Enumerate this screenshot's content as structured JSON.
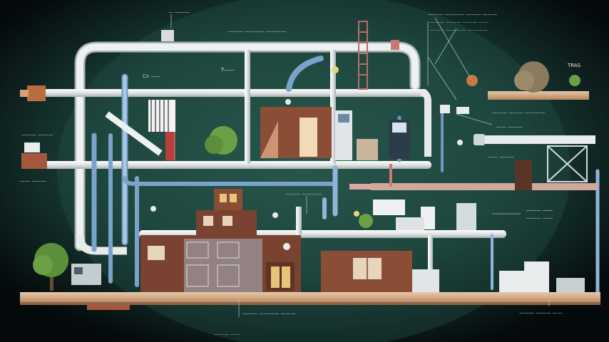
{
  "diagram": {
    "subject": "building plumbing and piping cross-section",
    "colors": {
      "background_center": "#1f4a40",
      "background_edge": "#050a0c",
      "pipe_white": "#e9ecec",
      "pipe_blue": "#8fb6d9",
      "pipe_pink": "#d9a9a6",
      "brick": "#8a4d36",
      "ground": "#c79a73",
      "tree": "#5d8f3a"
    },
    "callouts": [
      {
        "id": "c1",
        "text": "— ———"
      },
      {
        "id": "c2",
        "text": "Co ——"
      },
      {
        "id": "c3",
        "text": "T——"
      },
      {
        "id": "c4",
        "text": "——— ———— ————"
      },
      {
        "id": "c5",
        "text": "——— ———— ——— ———"
      },
      {
        "id": "c6",
        "text": "——— ——— ——— ——"
      },
      {
        "id": "c7",
        "text": "——— ———— ————"
      },
      {
        "id": "c8",
        "text": "TRAS"
      },
      {
        "id": "c9",
        "text": "——— ——— ————"
      },
      {
        "id": "c10",
        "text": "—— ———"
      },
      {
        "id": "c11",
        "text": "—— ———"
      },
      {
        "id": "c12",
        "text": "——— ——"
      },
      {
        "id": "c13",
        "text": "——— ——"
      },
      {
        "id": "c14",
        "text": "——— ———"
      },
      {
        "id": "c15",
        "text": "—— ———"
      },
      {
        "id": "c16",
        "text": "——— ———— ———"
      },
      {
        "id": "c17",
        "text": "——— ——"
      },
      {
        "id": "c18",
        "text": "——— ——— ——"
      },
      {
        "id": "c19",
        "text": "——— ————"
      }
    ]
  }
}
